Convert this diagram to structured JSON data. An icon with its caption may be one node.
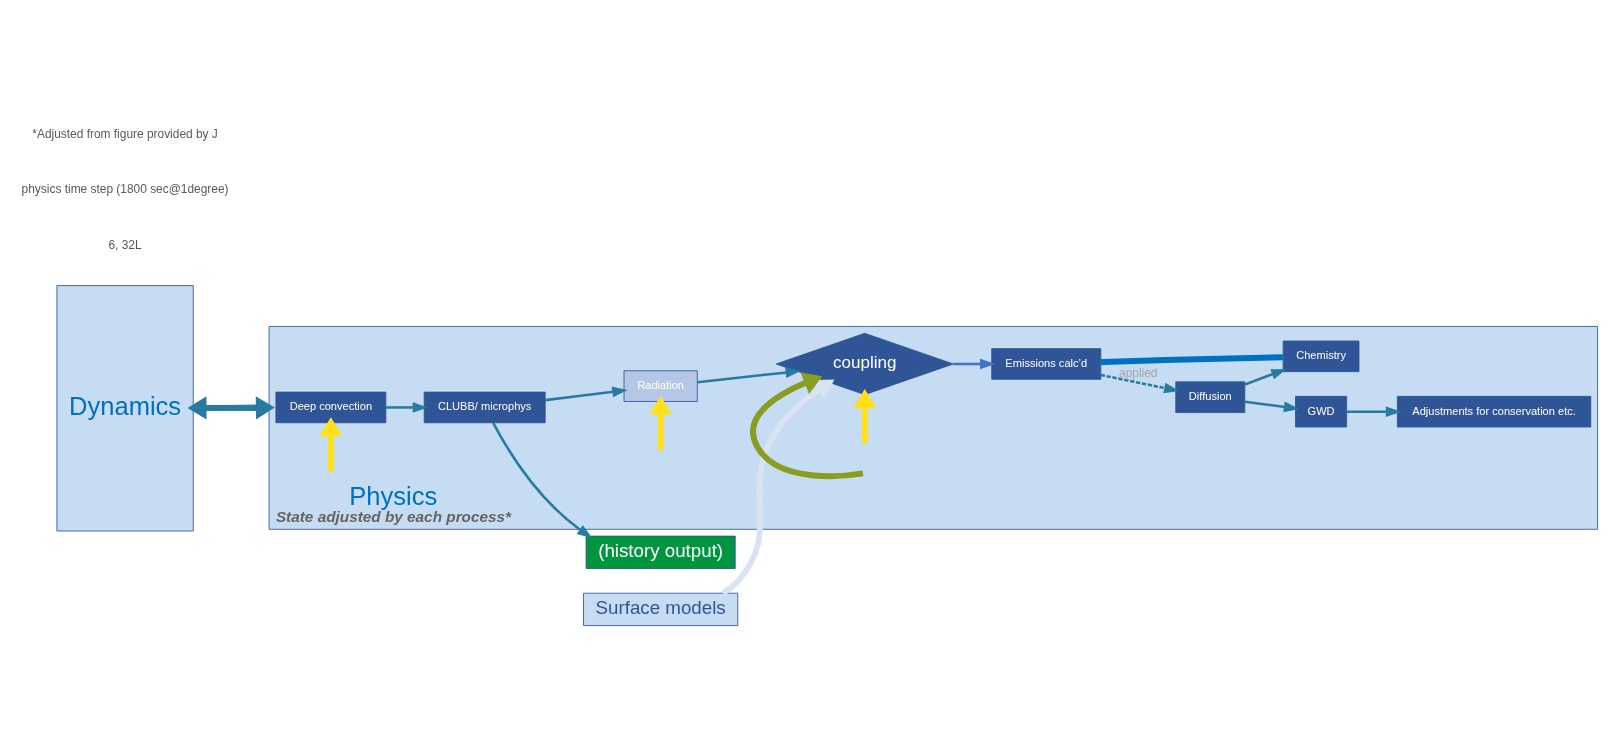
{
  "diagram": {
    "nodes": [
      {
        "text": [
          "Dynamics"
        ]
      },
      {
        "text": [
          "Physics",
          "State adjusted by each process*"
        ]
      },
      {
        "text": [
          "Deep convection"
        ],
        "in": 1
      },
      {
        "text": [
          "CLUBB/ microphys"
        ],
        "in": 1
      },
      {
        "text": [
          "Radiation"
        ],
        "in": 1
      },
      {
        "text": [
          "coupling"
        ],
        "in": 1
      },
      {
        "text": [
          "Emissions calc’d"
        ],
        "in": 1
      },
      {
        "text": [
          "Diffusion"
        ],
        "in": 1
      },
      {
        "text": [
          "Chemistry"
        ],
        "in": 1
      },
      {
        "text": [
          "GWD"
        ],
        "in": 1
      },
      {
        "text": [
          "Adjustments for conservation etc."
        ],
        "in": 1
      },
      {
        "text": [
          "(history output)"
        ]
      },
      {
        "text": [
          "Surface models"
        ]
      }
    ],
    "edges": [
      {
        "from": 0,
        "to": 1,
        "arrow": "to",
        "style": "thick"
      },
      {
        "from": 2,
        "to": 3,
        "arrow": "to"
      },
      {
        "from": 3,
        "to": 4,
        "arrow": "to"
      },
      {
        "from": 3,
        "to": 11,
        "arrow": "to"
      },
      {
        "from": 4,
        "to": 5,
        "arrow": "to"
      },
      {
        "from": 12,
        "to": 5,
        "arrow": "to",
        "style": "thick",
        "color": "#dae3f3"
      },
      {
        "from": 5,
        "to": 6,
        "arrow": "to",
        "color": "#4472c4"
      },
      {
        "from": 6,
        "to": 7,
        "arrow": "to",
        "style": "dashed",
        "label": "applied"
      },
      {
        "from": 6,
        "to": 8,
        "arrow": "none",
        "style": "thick",
        "color": "#0070c0"
      },
      {
        "from": 7,
        "to": 8,
        "arrow": "to"
      },
      {
        "from": 7,
        "to": 9,
        "arrow": "to"
      },
      {
        "from": 9,
        "to": 10,
        "arrow": "to"
      },
      {
        "from": 1,
        "to": 0,
        "arrow": "to",
        "style": "thick"
      },
      {
        "from": null,
        "to": 2,
        "arrow": "to",
        "style": "thick",
        "color": "#ffe01a"
      },
      {
        "from": null,
        "to": 4,
        "arrow": "to",
        "style": "thick",
        "color": "#ffe01a"
      },
      {
        "from": null,
        "to": 5,
        "arrow": "to",
        "style": "thick",
        "color": "#8a9d22"
      },
      {
        "from": null,
        "to": 5,
        "arrow": "to",
        "style": "thick",
        "color": "#ffe01a"
      }
    ],
    "labels": [
      "6, 32L",
      "physics time step (1800 sec@1degree)",
      "*Adjusted from figure provided by J"
    ]
  }
}
